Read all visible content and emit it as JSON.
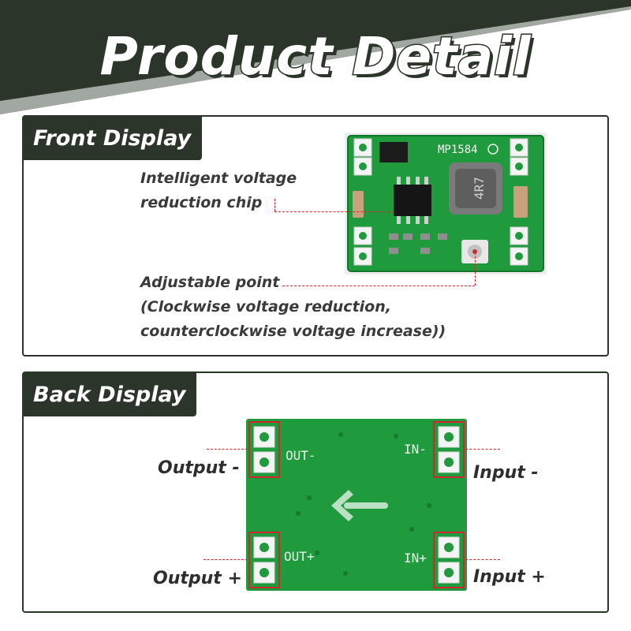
{
  "header": {
    "title": "Product Detail"
  },
  "front": {
    "section_label": "Front Display",
    "chip_callout": [
      "Intelligent voltage",
      "reduction chip"
    ],
    "adjust_callout": [
      "Adjustable point",
      "(Clockwise voltage reduction,",
      "counterclockwise voltage increase))"
    ],
    "chip_marking": "MP1584",
    "inductor_marking": "4R7"
  },
  "back": {
    "section_label": "Back Display",
    "pcb_labels": {
      "out_minus": "OUT-",
      "in_minus": "IN-",
      "out_plus": "OUT+",
      "in_plus": "IN+"
    },
    "pin_labels": {
      "output_minus": "Output -",
      "input_minus": "Input -",
      "output_plus": "Output +",
      "input_plus": "Input +"
    }
  },
  "colors": {
    "dark": "#2c3529",
    "accent": "#d0262e",
    "pcb_green": "#1f9a3c"
  }
}
